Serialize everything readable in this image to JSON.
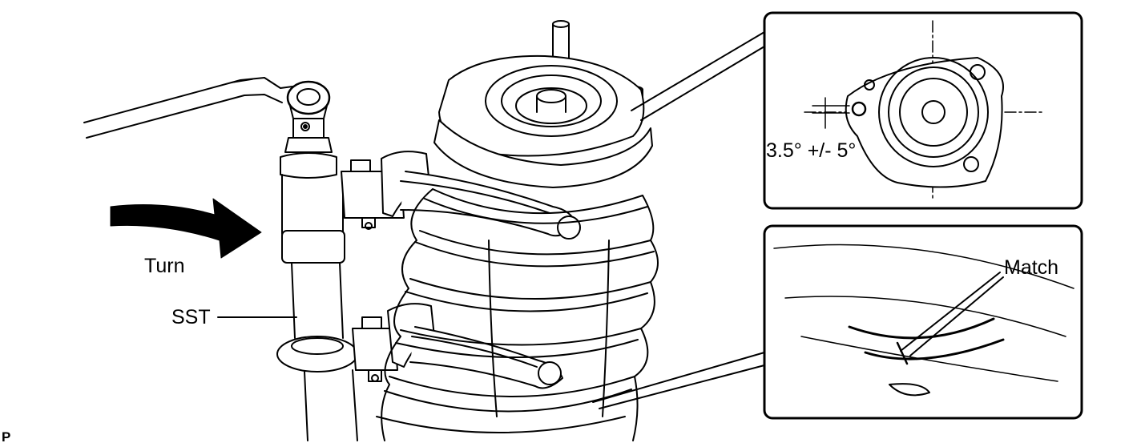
{
  "labels": {
    "turn": "Turn",
    "sst": "SST",
    "angle": "3.5° +/- 5°",
    "match": "Match",
    "figure_code": "P"
  },
  "colors": {
    "line": "#000000",
    "background": "#ffffff",
    "arrow_fill": "#000000"
  }
}
